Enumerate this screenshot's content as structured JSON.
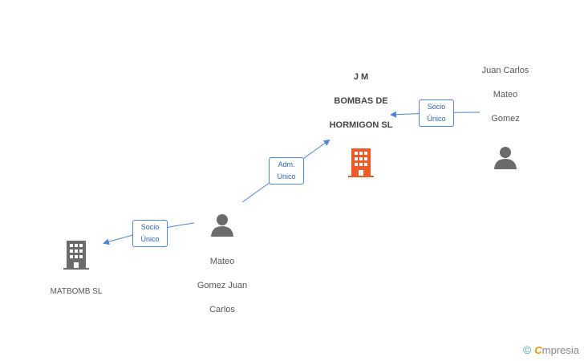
{
  "nodes": {
    "jm_bombas": {
      "lines": [
        "J M",
        "BOMBAS DE",
        "HORMIGON SL"
      ],
      "type": "company",
      "color": "#f05a28"
    },
    "juan_carlos": {
      "lines": [
        "Juan Carlos",
        "Mateo",
        "Gomez"
      ],
      "type": "person",
      "color": "#666666"
    },
    "mateo_gomez": {
      "lines": [
        "Mateo",
        "Gomez Juan",
        "Carlos"
      ],
      "type": "person",
      "color": "#666666"
    },
    "matbomb": {
      "lines": [
        "MATBOMB SL"
      ],
      "type": "company",
      "color": "#666666"
    }
  },
  "relations": {
    "r1": [
      "Socio",
      "Único"
    ],
    "r2": [
      "Adm.",
      "Unico"
    ],
    "r3": [
      "Socio",
      "Único"
    ]
  },
  "link_color": "#4a86d8",
  "brand": {
    "copyright": "©",
    "first": "C",
    "rest": "mpresia"
  }
}
